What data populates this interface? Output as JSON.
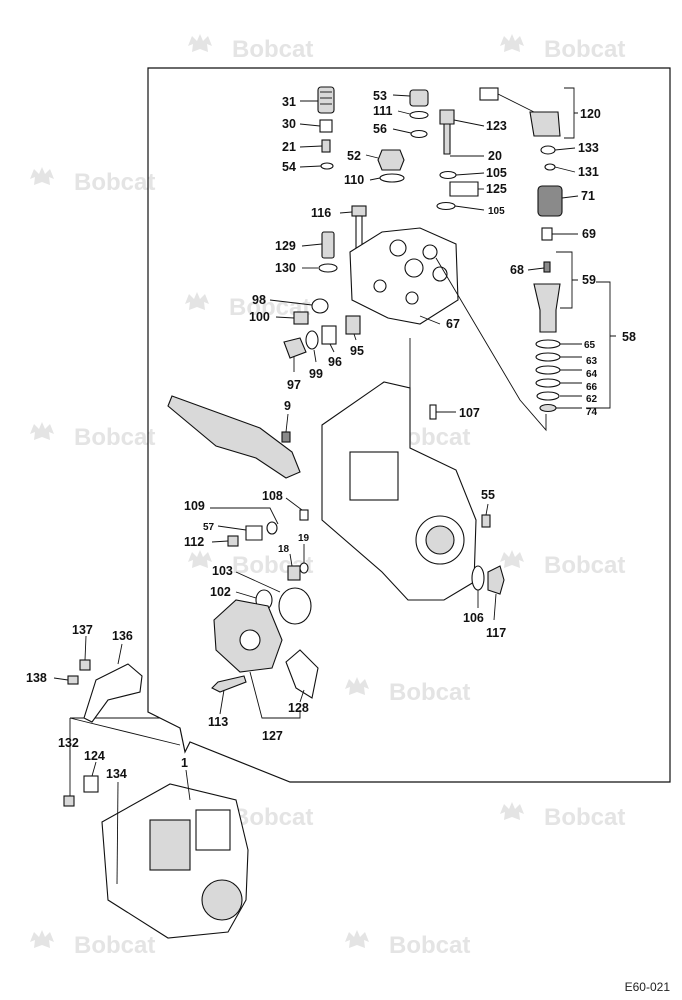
{
  "watermark": {
    "brand": "Bobcat"
  },
  "drawing_code": "E60-021",
  "icons": [
    "bobcat-logo-icon"
  ],
  "callouts": [
    {
      "n": "31"
    },
    {
      "n": "30"
    },
    {
      "n": "21"
    },
    {
      "n": "54"
    },
    {
      "n": "53"
    },
    {
      "n": "111"
    },
    {
      "n": "56"
    },
    {
      "n": "52"
    },
    {
      "n": "110"
    },
    {
      "n": "123"
    },
    {
      "n": "20"
    },
    {
      "n": "105"
    },
    {
      "n": "125"
    },
    {
      "n": "105"
    },
    {
      "n": "120"
    },
    {
      "n": "133"
    },
    {
      "n": "131"
    },
    {
      "n": "71"
    },
    {
      "n": "116"
    },
    {
      "n": "129"
    },
    {
      "n": "130"
    },
    {
      "n": "69"
    },
    {
      "n": "68"
    },
    {
      "n": "59"
    },
    {
      "n": "98"
    },
    {
      "n": "100"
    },
    {
      "n": "67"
    },
    {
      "n": "58"
    },
    {
      "n": "65"
    },
    {
      "n": "63"
    },
    {
      "n": "64"
    },
    {
      "n": "66"
    },
    {
      "n": "62"
    },
    {
      "n": "74"
    },
    {
      "n": "97"
    },
    {
      "n": "99"
    },
    {
      "n": "96"
    },
    {
      "n": "95"
    },
    {
      "n": "9"
    },
    {
      "n": "107"
    },
    {
      "n": "108"
    },
    {
      "n": "109"
    },
    {
      "n": "57"
    },
    {
      "n": "112"
    },
    {
      "n": "55"
    },
    {
      "n": "18"
    },
    {
      "n": "19"
    },
    {
      "n": "103"
    },
    {
      "n": "102"
    },
    {
      "n": "106"
    },
    {
      "n": "117"
    },
    {
      "n": "137"
    },
    {
      "n": "136"
    },
    {
      "n": "138"
    },
    {
      "n": "113"
    },
    {
      "n": "128"
    },
    {
      "n": "127"
    },
    {
      "n": "132"
    },
    {
      "n": "124"
    },
    {
      "n": "134"
    },
    {
      "n": "1"
    }
  ]
}
